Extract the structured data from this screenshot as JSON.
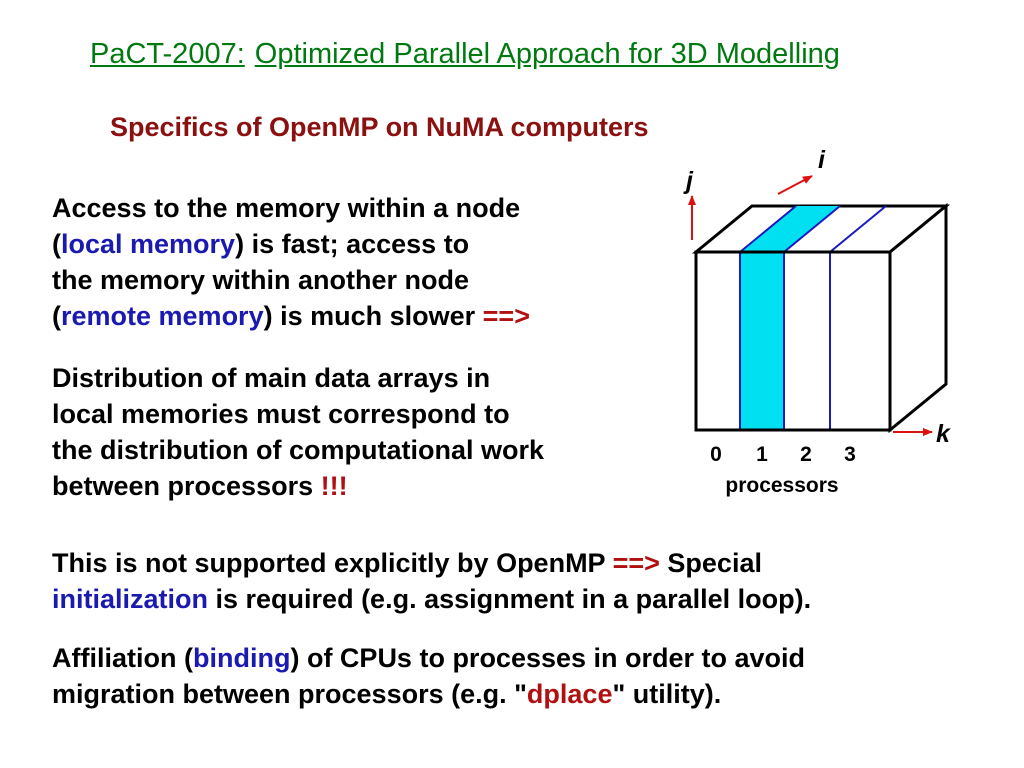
{
  "title": {
    "prefix": "PaCT-2007:",
    "main": "Optimized Parallel Approach for 3D Modelling"
  },
  "subtitle": "Specifics of OpenMP on NuMA computers",
  "para1": {
    "l1": "Access to the memory within a node",
    "l2_open": "(",
    "l2_hl": "local memory",
    "l2_rest": ") is fast; access to",
    "l3": "the memory within another node",
    "l4_open": "(",
    "l4_hl": "remote memory",
    "l4_rest": ") is much slower ",
    "l4_arrow": "==>"
  },
  "para2": {
    "l1": "Distribution of main data arrays in",
    "l2": "local memories must correspond to",
    "l3": "the distribution of computational work",
    "l4": "between processors ",
    "l4_excl": "!!!"
  },
  "para3": {
    "l1": "This is not supported explicitly by OpenMP ",
    "l1_arrow": "==>",
    "l1_rest": " Special",
    "l2_hl": "initialization",
    "l2_rest": " is required (e.g. assignment in a parallel loop)."
  },
  "para4": {
    "l1_a": "Affiliation (",
    "l1_hl": "binding",
    "l1_b": ") of CPUs to processes in order to avoid",
    "l2_a": "migration between processors (e.g. \"",
    "l2_hl": "dplace",
    "l2_b": "\" utility)."
  },
  "diagram": {
    "axis_j": "j",
    "axis_i": "i",
    "axis_k": "k",
    "proc_labels": [
      "0",
      "1",
      "2",
      "3"
    ],
    "proc_caption": "processors",
    "colors": {
      "highlight": "#00e0f0",
      "line": "#1a1ac0",
      "arrow": "#e01010"
    }
  }
}
